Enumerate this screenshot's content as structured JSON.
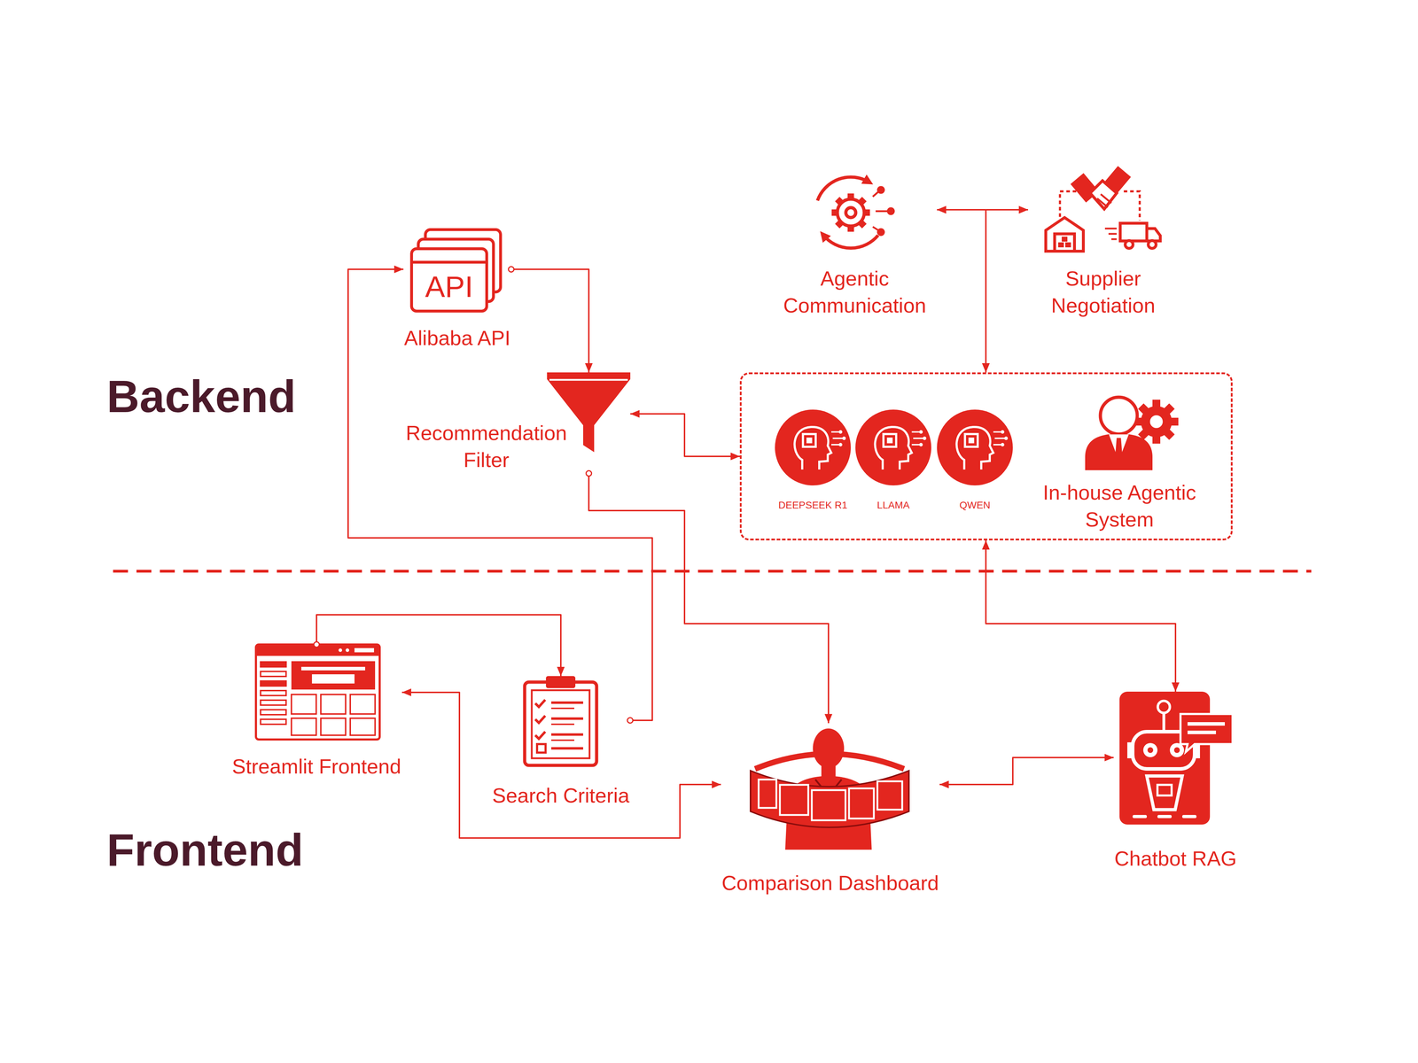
{
  "diagram": {
    "nodes": [
      {
        "text": [
          "Alibaba API"
        ]
      },
      {
        "text": [
          "Agentic Communication"
        ]
      },
      {
        "text": [
          "Supplier Negotiation"
        ]
      },
      {
        "text": [
          "Recommendation Filter"
        ]
      },
      {
        "text": [
          "In-house Agentic System"
        ]
      },
      {
        "text": [
          "DEEPSEEK R1"
        ],
        "in": 4
      },
      {
        "text": [
          "LLAMA"
        ],
        "in": 4
      },
      {
        "text": [
          "QWEN"
        ],
        "in": 4
      },
      {
        "text": [
          "Streamlit Frontend"
        ]
      },
      {
        "text": [
          "Search Criteria"
        ]
      },
      {
        "text": [
          "Comparison Dashboard"
        ]
      },
      {
        "text": [
          "Chatbot RAG"
        ]
      }
    ],
    "edges": [
      {
        "from": 9,
        "to": 0,
        "arrow": "to"
      },
      {
        "from": 0,
        "to": 3,
        "arrow": "to"
      },
      {
        "from": 3,
        "to": 4,
        "arrow": "both"
      },
      {
        "from": 3,
        "to": 10,
        "arrow": "to"
      },
      {
        "from": 1,
        "to": 2,
        "arrow": "both"
      },
      {
        "from": 4,
        "to": 1,
        "arrow": "both"
      },
      {
        "from": 4,
        "to": 2,
        "arrow": "both"
      },
      {
        "from": 4,
        "to": 11,
        "arrow": "both"
      },
      {
        "from": 8,
        "to": 9,
        "arrow": "to"
      },
      {
        "from": 10,
        "to": 8,
        "arrow": "both"
      },
      {
        "from": 10,
        "to": 11,
        "arrow": "both"
      }
    ],
    "labels": [
      "Backend",
      "Frontend",
      "API"
    ]
  }
}
